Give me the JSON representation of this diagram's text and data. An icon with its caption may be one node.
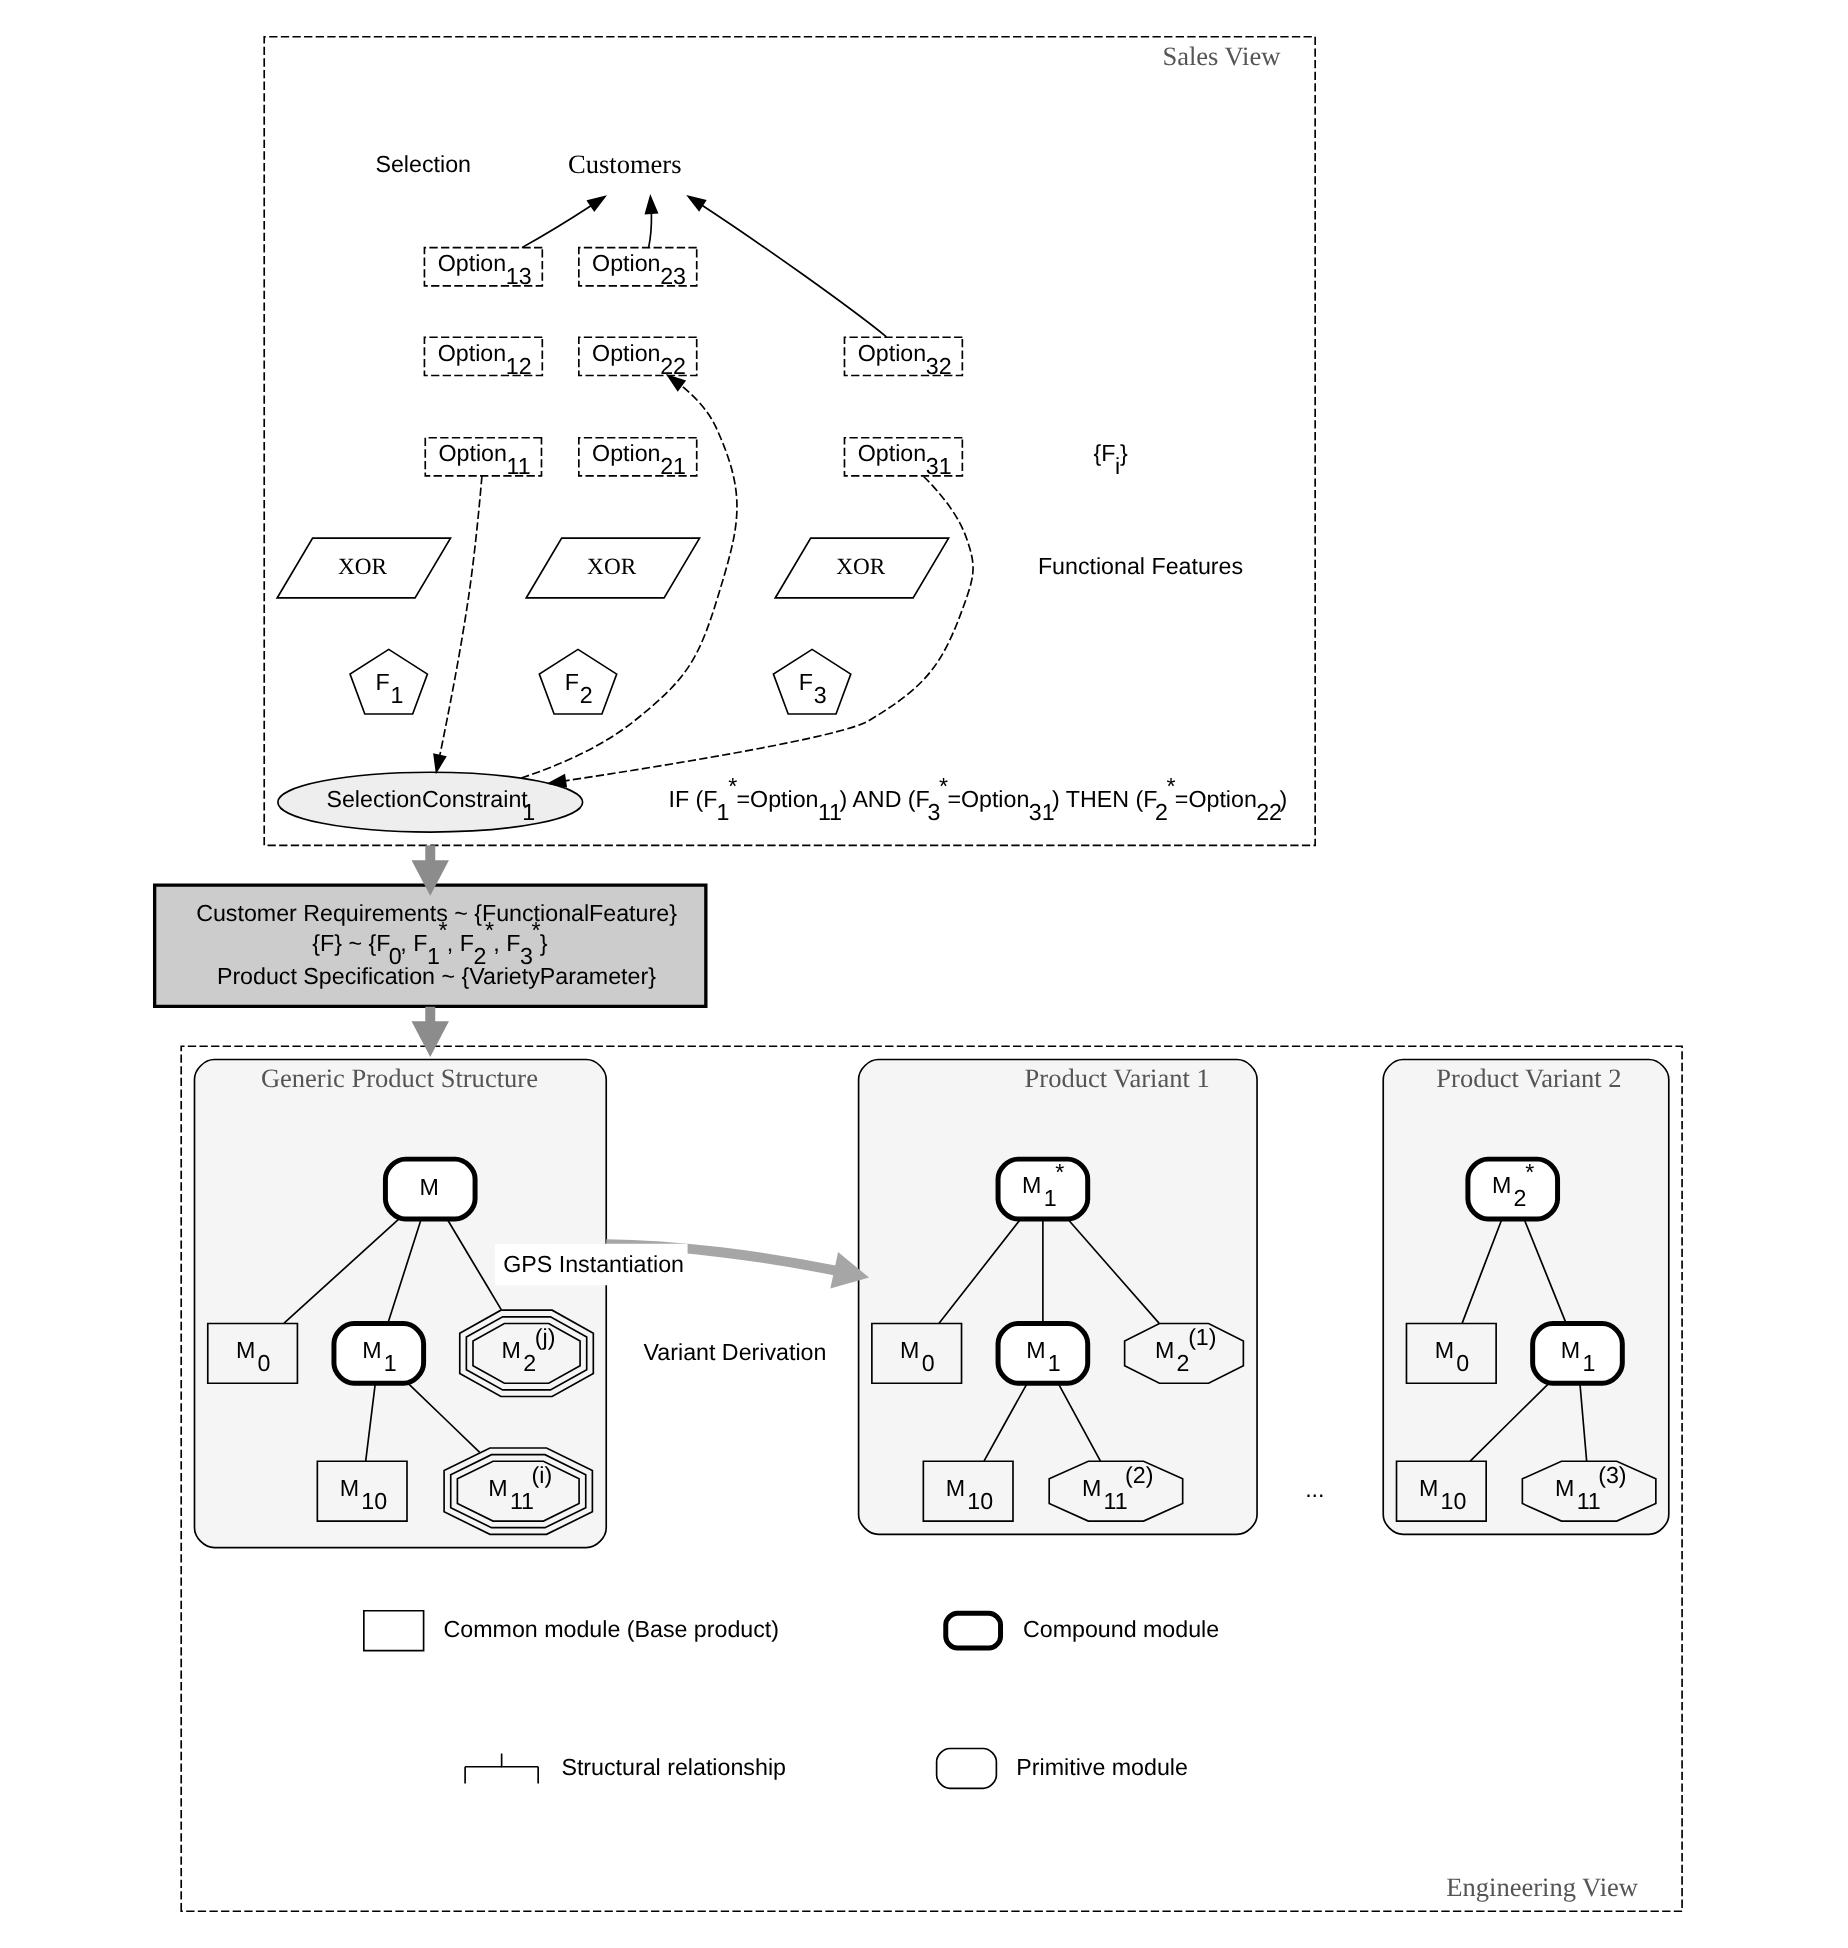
{
  "diagram": {
    "nodes": [
      {
        "text": [
          "Sales View"
        ]
      },
      {
        "text": [
          "Customers"
        ],
        "in": 0
      },
      {
        "text": [
          "Option$_{13}$"
        ],
        "in": 0
      },
      {
        "text": [
          "Option$_{12}$"
        ],
        "in": 0
      },
      {
        "text": [
          "Option$_{11}$"
        ],
        "in": 0
      },
      {
        "text": [
          "XOR"
        ],
        "in": 0
      },
      {
        "text": [
          "F$_{1}$"
        ],
        "in": 0
      },
      {
        "text": [
          "Option$_{23}$"
        ],
        "in": 0
      },
      {
        "text": [
          "Option$_{22}$"
        ],
        "in": 0
      },
      {
        "text": [
          "Option$_{21}$"
        ],
        "in": 0
      },
      {
        "text": [
          "XOR"
        ],
        "in": 0
      },
      {
        "text": [
          "F$_{2}$"
        ],
        "in": 0
      },
      {
        "text": [
          "Option$_{32}$"
        ],
        "in": 0
      },
      {
        "text": [
          "Option$_{31}$"
        ],
        "in": 0
      },
      {
        "text": [
          "XOR"
        ],
        "in": 0
      },
      {
        "text": [
          "F$_{3}$"
        ],
        "in": 0
      },
      {
        "text": [
          "SelectionConstraint$_{1}$"
        ],
        "in": 0
      },
      {
        "text": [
          "Customer Requirements ~ {FunctionalFeature}",
          "{F} ~ {F$_{0}$, F$_{1}$$^{*}$, F$_{2}$$^{*}$, F$_{3}$$^{*}$}",
          "Product Specification ~ {VarietyParameter}"
        ]
      },
      {
        "text": [
          "Engineering View"
        ]
      },
      {
        "text": [
          "Generic Product Structure"
        ],
        "in": 18
      },
      {
        "text": [
          "M"
        ],
        "in": 19
      },
      {
        "text": [
          "M$_{0}$"
        ],
        "in": 19
      },
      {
        "text": [
          "M$_{1}$"
        ],
        "in": 19
      },
      {
        "text": [
          "M$_{2}$$^{(j)}$"
        ],
        "in": 19
      },
      {
        "text": [
          "M$_{10}$"
        ],
        "in": 19
      },
      {
        "text": [
          "M$_{11}$$^{(i)}$"
        ],
        "in": 19
      },
      {
        "text": [
          "Product Variant 1"
        ],
        "in": 18
      },
      {
        "text": [
          "M$_{1}$$^{*}$"
        ],
        "in": 26
      },
      {
        "text": [
          "M$_{0}$"
        ],
        "in": 26
      },
      {
        "text": [
          "M$_{1}$"
        ],
        "in": 26
      },
      {
        "text": [
          "M$_{2}$$^{(1)}$"
        ],
        "in": 26
      },
      {
        "text": [
          "M$_{10}$"
        ],
        "in": 26
      },
      {
        "text": [
          "M$_{11}$$^{(2)}$"
        ],
        "in": 26
      },
      {
        "text": [
          "Product Variant 2"
        ],
        "in": 18
      },
      {
        "text": [
          "M$_{2}$$^{*}$"
        ],
        "in": 33
      },
      {
        "text": [
          "M$_{0}$"
        ],
        "in": 33
      },
      {
        "text": [
          "M$_{1}$"
        ],
        "in": 33
      },
      {
        "text": [
          "M$_{10}$"
        ],
        "in": 33
      },
      {
        "text": [
          "M$_{11}$$^{(3)}$"
        ],
        "in": 33
      }
    ],
    "edges": [
      {
        "from": 2,
        "to": 1,
        "arrow": "to"
      },
      {
        "from": 7,
        "to": 1,
        "arrow": "to"
      },
      {
        "from": 12,
        "to": 1,
        "arrow": "to"
      },
      {
        "from": 4,
        "to": 16,
        "arrow": "to",
        "style": "dashed"
      },
      {
        "from": 16,
        "to": 8,
        "arrow": "to",
        "style": "dashed"
      },
      {
        "from": 13,
        "to": 16,
        "arrow": "to",
        "style": "dashed"
      },
      {
        "from": 0,
        "to": 17,
        "arrow": "to",
        "style": "thick",
        "color": "#8c8c8c"
      },
      {
        "from": 17,
        "to": 18,
        "arrow": "to",
        "style": "thick",
        "color": "#8c8c8c"
      },
      {
        "from": 20,
        "to": 21,
        "arrow": "none"
      },
      {
        "from": 20,
        "to": 22,
        "arrow": "none"
      },
      {
        "from": 20,
        "to": 23,
        "arrow": "none"
      },
      {
        "from": 22,
        "to": 24,
        "arrow": "none"
      },
      {
        "from": 22,
        "to": 25,
        "arrow": "none"
      },
      {
        "from": 19,
        "to": 26,
        "arrow": "to",
        "label": "GPS Instantiation",
        "style": "thick",
        "color": "#a6a6a6"
      },
      {
        "from": 27,
        "to": 28,
        "arrow": "none"
      },
      {
        "from": 27,
        "to": 29,
        "arrow": "none"
      },
      {
        "from": 27,
        "to": 30,
        "arrow": "none"
      },
      {
        "from": 29,
        "to": 31,
        "arrow": "none"
      },
      {
        "from": 29,
        "to": 32,
        "arrow": "none"
      },
      {
        "from": 34,
        "to": 35,
        "arrow": "none"
      },
      {
        "from": 34,
        "to": 36,
        "arrow": "none"
      },
      {
        "from": 36,
        "to": 37,
        "arrow": "none"
      },
      {
        "from": 36,
        "to": 38,
        "arrow": "none"
      }
    ],
    "labels": [
      "Selection",
      "{F$_{i}$}",
      "Functional Features",
      "IF (F$_{1}$$^{*}$=Option$_{11}$) AND (F$_{3}$$^{*}$=Option$_{31}$) THEN (F$_{2}$$^{*}$=Option$_{22}$)",
      "Variant Derivation",
      "..."
    ],
    "legend": [
      {
        "text": "Common module (Base product)"
      },
      {
        "text": "Compound module"
      },
      {
        "text": "Structural relationship"
      },
      {
        "text": "Primitive module"
      }
    ]
  }
}
